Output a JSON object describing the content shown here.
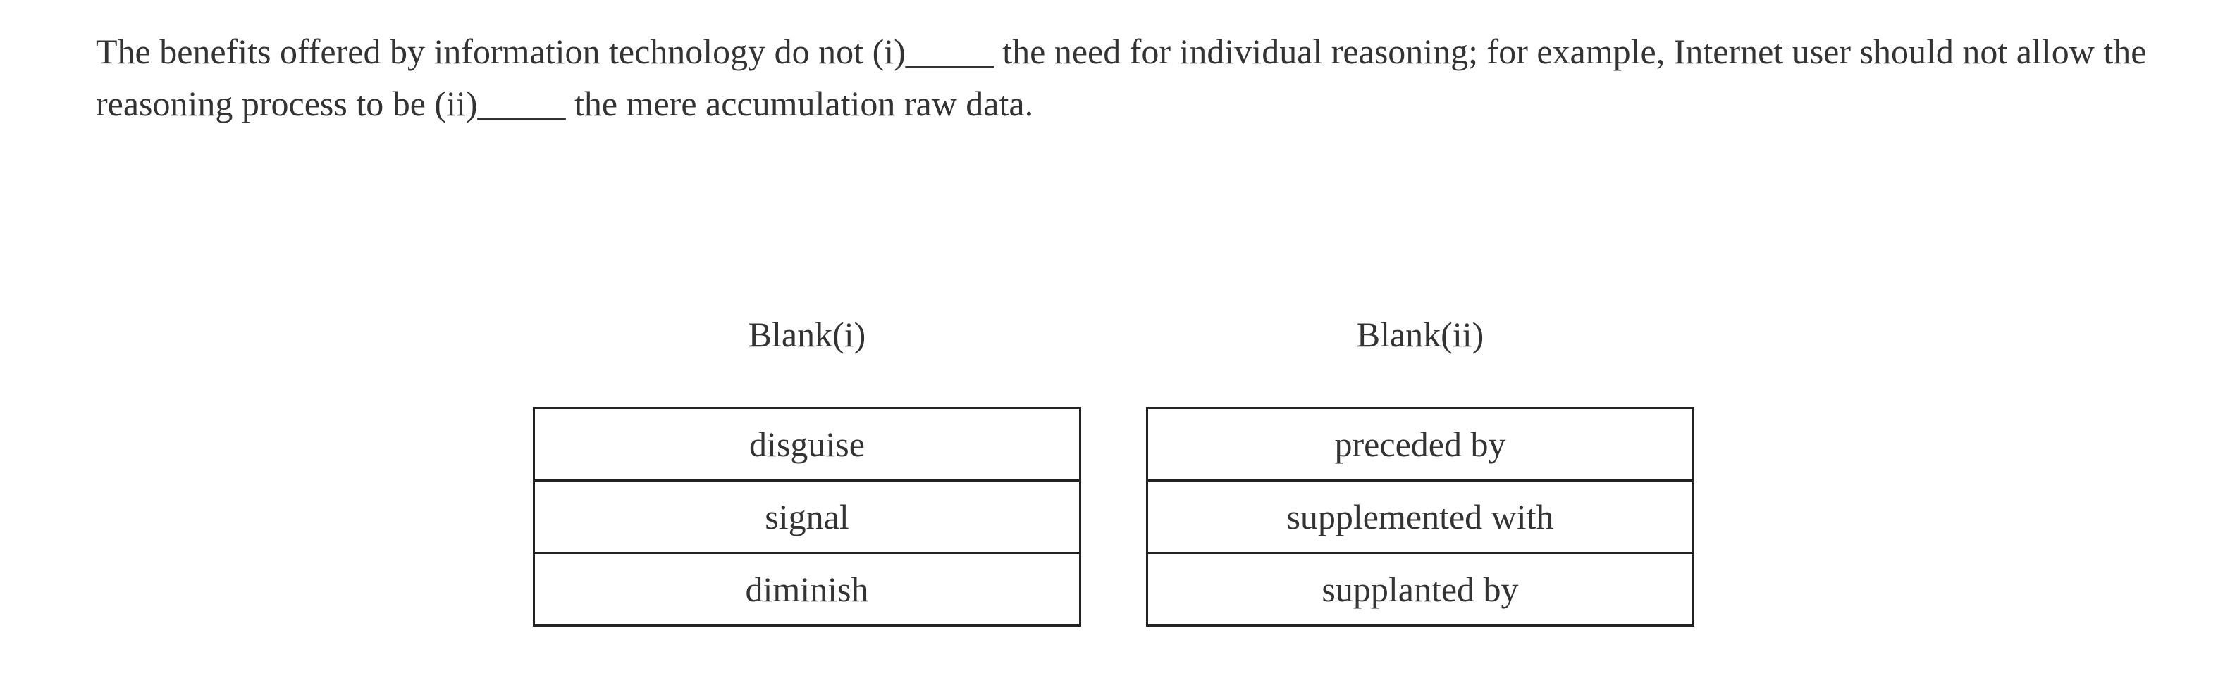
{
  "question": {
    "text": "The benefits offered by information technology do not (i)_____ the need for individual reasoning; for example, Internet user should not allow the reasoning process to be (ii)_____ the mere accumulation raw data."
  },
  "blank_i": {
    "title": "Blank(i)",
    "options": [
      "disguise",
      "signal",
      "diminish"
    ]
  },
  "blank_ii": {
    "title": "Blank(ii)",
    "options": [
      "preceded by",
      "supplemented with",
      "supplanted by"
    ]
  }
}
